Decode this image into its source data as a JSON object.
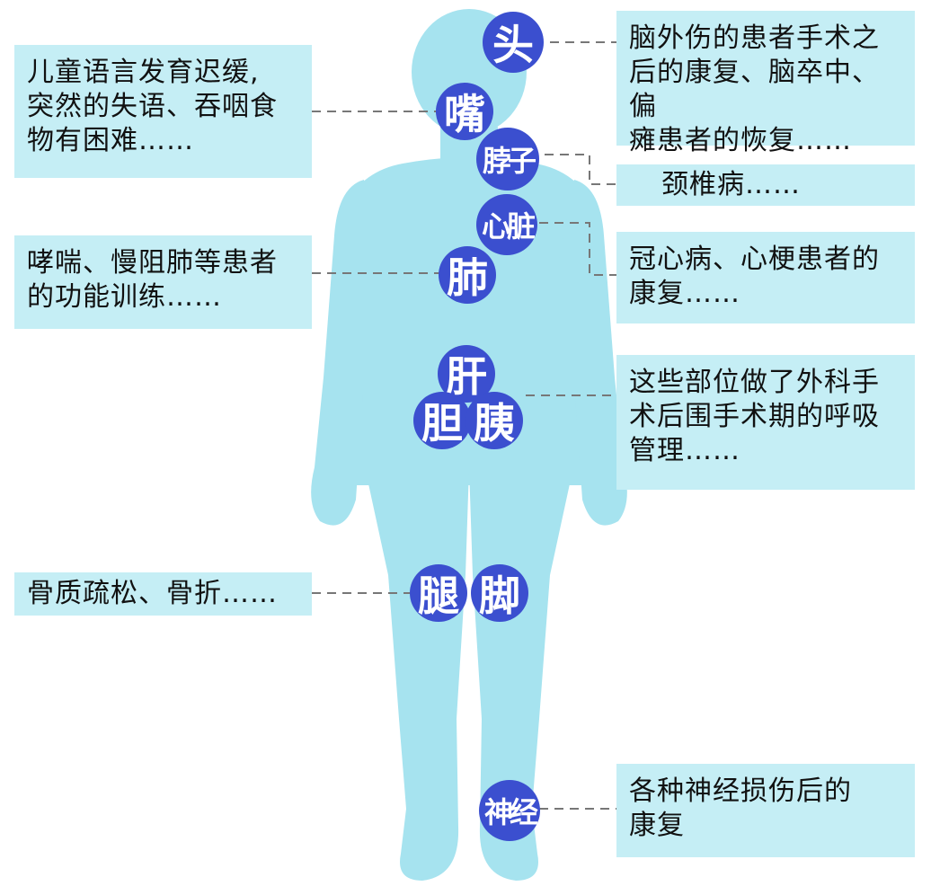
{
  "colors": {
    "body": "#a6e3ef",
    "box": "#c5eef5",
    "circle": "#3b4fcf",
    "connector": "#777777"
  },
  "labels": {
    "head": "头",
    "mouth": "嘴",
    "neck": "脖子",
    "heart": "心脏",
    "lung": "肺",
    "liver": "肝",
    "gallbladder": "胆",
    "pancreas": "胰",
    "leg": "腿",
    "foot": "脚",
    "nerve": "神经"
  },
  "boxes": {
    "head": "脑外伤的患者手术之\n后的康复、脑卒中、偏\n瘫患者的恢复……",
    "mouth": "儿童语言发育迟缓,\n突然的失语、吞咽食\n物有困难……",
    "neck": "颈椎病……",
    "heart": "冠心病、心梗患者的\n康复……",
    "lung": "哮喘、慢阻肺等患者\n的功能训练……",
    "abdomen": "这些部位做了外科手\n术后围手术期的呼吸\n管理……",
    "bone": "骨质疏松、骨折……",
    "nerve": "各种神经损伤后的\n康复"
  }
}
